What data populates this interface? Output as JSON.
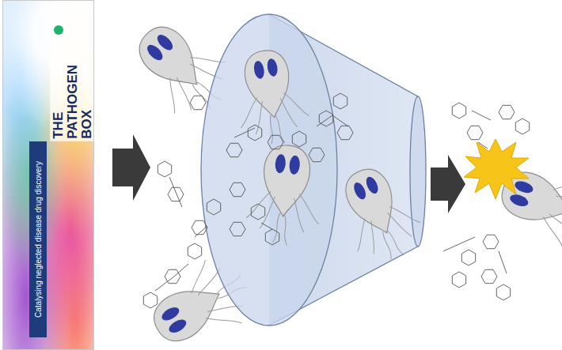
{
  "diagram": {
    "nodes": [
      {
        "text": [
          "THE PATHOGEN BOX"
        ]
      },
      {
        "text": [
          "Catalysing neglected disease drug discovery"
        ],
        "in": 0
      }
    ]
  }
}
